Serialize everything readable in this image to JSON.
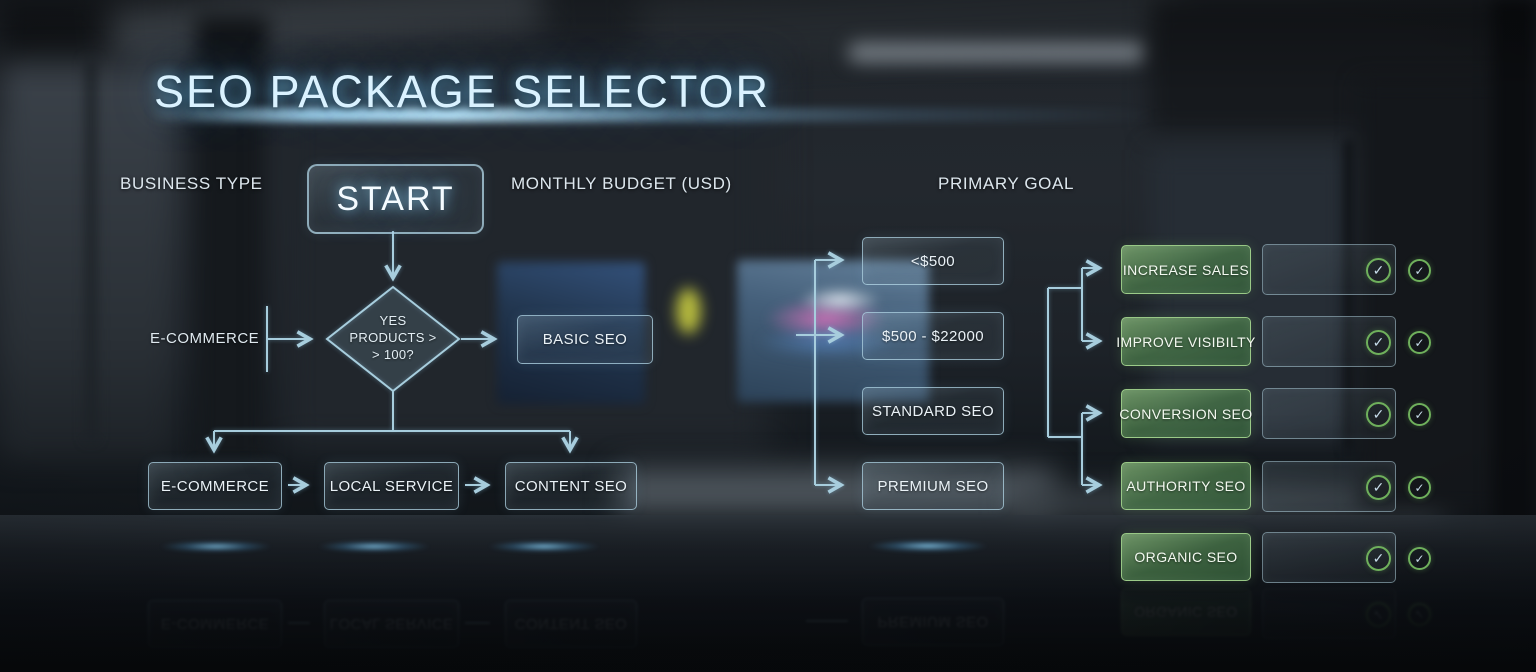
{
  "title": "SEO PACKAGE SELECTOR",
  "columns": {
    "business_type": "BUSINESS TYPE",
    "monthly_budget": "MONTHLY BUDGET (USD)",
    "primary_goal": "PRIMARY GOAL"
  },
  "flowchart": {
    "start_label": "START",
    "branch_label": "E-COMMERCE",
    "decision": {
      "line1": "YES",
      "line2": "PRODUCTS >",
      "line3": "> 100?"
    },
    "basic_seo_label": "BASIC SEO",
    "business_types": [
      {
        "label": "E-COMMERCE"
      },
      {
        "label": "LOCAL SERVICE"
      },
      {
        "label": "CONTENT SEO"
      }
    ]
  },
  "budget_options": [
    {
      "label": "<$500"
    },
    {
      "label": "$500 - $22000"
    },
    {
      "label": "STANDARD SEO"
    },
    {
      "label": "PREMIUM SEO"
    }
  ],
  "goal_options": [
    {
      "label": "INCREASE SALES"
    },
    {
      "label": "IMPROVE VISIBILTY"
    },
    {
      "label": "CONVERSION SEO"
    },
    {
      "label": "AUTHORITY SEO"
    },
    {
      "label": "ORGANIC SEO"
    }
  ],
  "icons": {
    "check": "✓"
  },
  "colors": {
    "accent_line": "#a7cddd",
    "title_glow": "#bfeaff",
    "green_border": "#a3d38e",
    "check_circle": "#6fb05c",
    "check_mark": "#c6dbe9"
  }
}
